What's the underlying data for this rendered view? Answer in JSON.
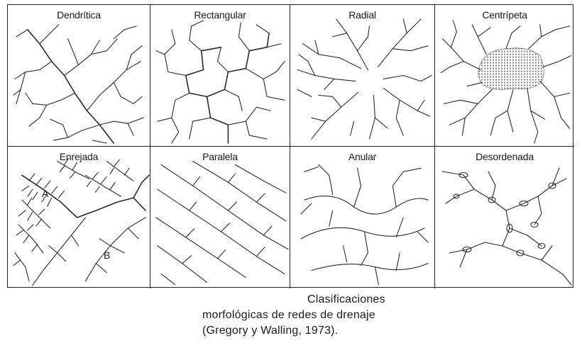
{
  "panels": [
    {
      "title": "Dendrítica"
    },
    {
      "title": "Rectangular"
    },
    {
      "title": "Radial"
    },
    {
      "title": "Centrípeta"
    },
    {
      "title": "Enrejada",
      "markers": [
        "A",
        "B"
      ]
    },
    {
      "title": "Paralela"
    },
    {
      "title": "Anular"
    },
    {
      "title": "Desordenada"
    }
  ],
  "caption": {
    "line1": "Clasificaciones",
    "line2": "morfológicas de redes de drenaje",
    "line3": "(Gregory y Walling, 1973)."
  }
}
